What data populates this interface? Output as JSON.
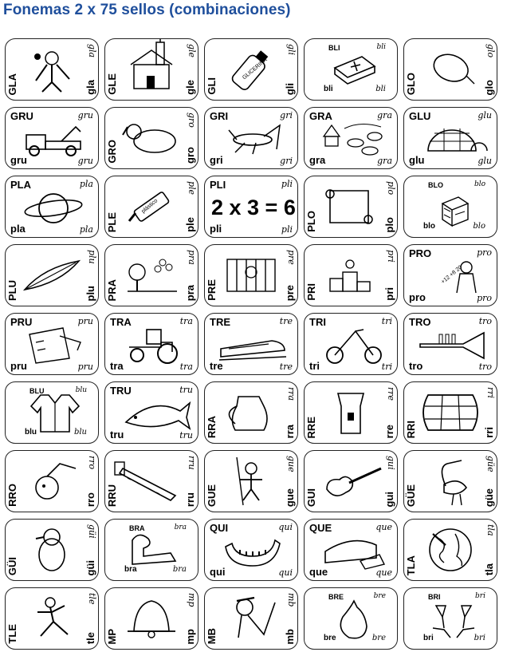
{
  "title": "Fonemas 2 x 75 sellos (combinaciones)",
  "cards": [
    {
      "syl": "GLA",
      "cur": "gla",
      "low": "gla",
      "icon": "clown-icon"
    },
    {
      "syl": "GLE",
      "cur": "gle",
      "low": "gle",
      "icon": "church-icon"
    },
    {
      "syl": "GLI",
      "cur": "gli",
      "low": "gli",
      "icon": "glycerin-bottle-icon",
      "extra": "GLICERINA"
    },
    {
      "syl": "BLI",
      "cur": "bli",
      "low": "bli",
      "icon": "bible-icon"
    },
    {
      "syl": "GLO",
      "cur": "glo",
      "low": "glo",
      "icon": "balloon-icon"
    },
    {
      "syl": "GRU",
      "cur": "gru",
      "low": "gru",
      "icon": "tow-truck-icon"
    },
    {
      "syl": "GRO",
      "cur": "gro",
      "low": "gro",
      "icon": "dog-icon"
    },
    {
      "syl": "GRI",
      "cur": "gri",
      "low": "gri",
      "icon": "cricket-icon"
    },
    {
      "syl": "GRA",
      "cur": "gra",
      "low": "gra",
      "icon": "farm-icon"
    },
    {
      "syl": "GLU",
      "cur": "glu",
      "low": "glu",
      "icon": "igloo-icon"
    },
    {
      "syl": "PLA",
      "cur": "pla",
      "low": "pla",
      "icon": "planet-icon"
    },
    {
      "syl": "PLE",
      "cur": "ple",
      "low": "ple",
      "icon": "glue-icon",
      "extra": "plástico"
    },
    {
      "syl": "PLI",
      "cur": "pli",
      "low": "pli",
      "icon": "math-icon",
      "extra": "2 x 3 = 6"
    },
    {
      "syl": "PLO",
      "cur": "plo",
      "low": "plo",
      "icon": "scroll-icon"
    },
    {
      "syl": "BLO",
      "cur": "blo",
      "low": "blo",
      "icon": "block-icon"
    },
    {
      "syl": "PLU",
      "cur": "plu",
      "low": "plu",
      "icon": "feather-icon"
    },
    {
      "syl": "PRA",
      "cur": "pra",
      "low": "pra",
      "icon": "meadow-icon"
    },
    {
      "syl": "PRE",
      "cur": "pre",
      "low": "pre",
      "icon": "prisoner-icon"
    },
    {
      "syl": "PRI",
      "cur": "pri",
      "low": "pri",
      "icon": "podium-icon"
    },
    {
      "syl": "PRO",
      "cur": "pro",
      "low": "pro",
      "icon": "teacher-icon",
      "extra": "+12 +8 20"
    },
    {
      "syl": "PRU",
      "cur": "pru",
      "low": "pru",
      "icon": "test-icon"
    },
    {
      "syl": "TRA",
      "cur": "tra",
      "low": "tra",
      "icon": "tractor-icon"
    },
    {
      "syl": "TRE",
      "cur": "tre",
      "low": "tre",
      "icon": "train-icon"
    },
    {
      "syl": "TRI",
      "cur": "tri",
      "low": "tri",
      "icon": "tricycle-icon"
    },
    {
      "syl": "TRO",
      "cur": "tro",
      "low": "tro",
      "icon": "trumpet-icon"
    },
    {
      "syl": "BLU",
      "cur": "blu",
      "low": "blu",
      "icon": "blouse-icon"
    },
    {
      "syl": "TRU",
      "cur": "tru",
      "low": "tru",
      "icon": "trout-icon"
    },
    {
      "syl": "RRA",
      "cur": "rra",
      "low": "rra",
      "icon": "jug-icon"
    },
    {
      "syl": "RRE",
      "cur": "rre",
      "low": "rre",
      "icon": "flashlight-icon"
    },
    {
      "syl": "RRI",
      "cur": "rri",
      "low": "rri",
      "icon": "barrel-icon"
    },
    {
      "syl": "RRO",
      "cur": "rro",
      "low": "rro",
      "icon": "puppy-icon"
    },
    {
      "syl": "RRU",
      "cur": "rru",
      "low": "rru",
      "icon": "saw-icon"
    },
    {
      "syl": "GUE",
      "cur": "gue",
      "low": "gue",
      "icon": "warrior-icon"
    },
    {
      "syl": "GUI",
      "cur": "gui",
      "low": "gui",
      "icon": "guitar-icon"
    },
    {
      "syl": "GÜE",
      "cur": "güe",
      "low": "güe",
      "icon": "stork-icon"
    },
    {
      "syl": "GÜI",
      "cur": "güi",
      "low": "güi",
      "icon": "penguin-icon"
    },
    {
      "syl": "BRA",
      "cur": "bra",
      "low": "bra",
      "icon": "arm-icon"
    },
    {
      "syl": "QUI",
      "cur": "qui",
      "low": "qui",
      "icon": "jaw-icon"
    },
    {
      "syl": "QUE",
      "cur": "que",
      "low": "que",
      "icon": "cheese-icon"
    },
    {
      "syl": "TLA",
      "cur": "tla",
      "low": "tla",
      "icon": "globe-icon"
    },
    {
      "syl": "TLE",
      "cur": "tle",
      "low": "tle",
      "icon": "athlete-icon"
    },
    {
      "syl": "MP",
      "cur": "mp",
      "low": "mp",
      "icon": "bell-icon"
    },
    {
      "syl": "MB",
      "cur": "mb",
      "low": "mb",
      "icon": "boy-icon"
    },
    {
      "syl": "BRE",
      "cur": "bre",
      "low": "bre",
      "icon": "fig-icon"
    },
    {
      "syl": "BRI",
      "cur": "bri",
      "low": "bri",
      "icon": "toast-icon"
    }
  ]
}
